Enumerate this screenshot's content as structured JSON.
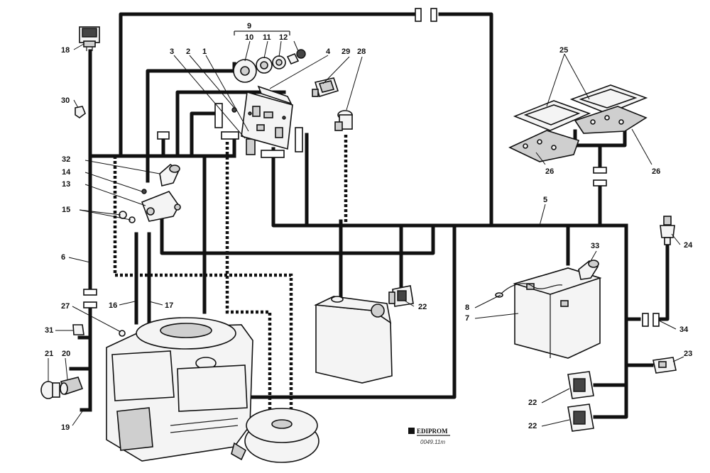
{
  "labels": {
    "l1": "1",
    "l2": "2",
    "l3": "3",
    "l4": "4",
    "l5": "5",
    "l6": "6",
    "l7": "7",
    "l8": "8",
    "l9": "9",
    "l10": "10",
    "l11": "11",
    "l12": "12",
    "l13": "13",
    "l14": "14",
    "l15": "15",
    "l16": "16",
    "l17": "17",
    "l18": "18",
    "l19": "19",
    "l20": "20",
    "l21": "21",
    "l22a": "22",
    "l22b": "22",
    "l22c": "22",
    "l23": "23",
    "l24": "24",
    "l25": "25",
    "l26a": "26",
    "l26b": "26",
    "l27": "27",
    "l28": "28",
    "l29": "29",
    "l30": "30",
    "l31": "31",
    "l32": "32",
    "l33": "33",
    "l34": "34"
  },
  "footer": {
    "logo": "EDIPROM",
    "code": "0049.11m"
  }
}
